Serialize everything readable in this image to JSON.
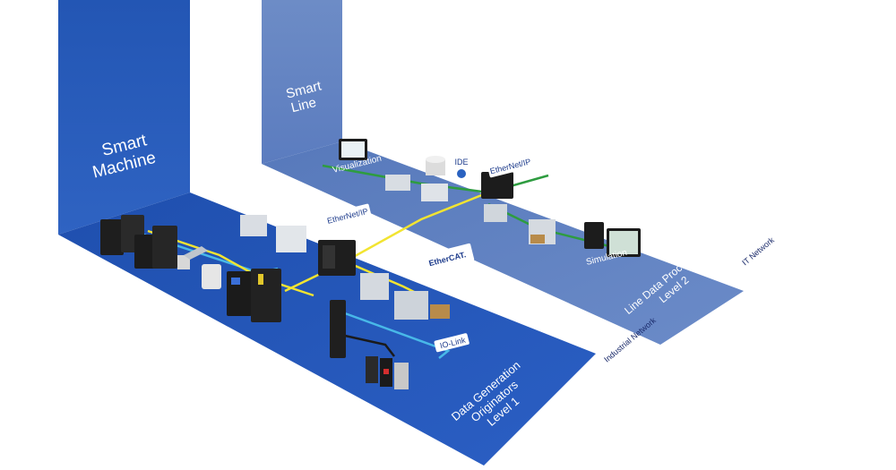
{
  "walls": {
    "smart_machine": [
      "Smart",
      "Machine"
    ],
    "smart_line": [
      "Smart",
      "Line"
    ]
  },
  "floors": {
    "level1": [
      "Data Generation",
      "Originators",
      "Level 1"
    ],
    "level2": [
      "Line Data Processing",
      "Level 2"
    ]
  },
  "networks": {
    "industrial": "Industrial Network",
    "it": "IT Network"
  },
  "tags": {
    "ethernet_ip_upper": "EtherNet/IP",
    "ethernet_ip_lower": "EtherNet/IP",
    "ethercat": "EtherCAT.",
    "io_link": "IO-Link",
    "ide": "IDE"
  },
  "devices": {
    "visualization": "Visualization",
    "simulation": "Simulation"
  },
  "colors": {
    "floor_level1": "#2355b8",
    "floor_level2": "#5a7fc0",
    "wall_machine": "#2a5cb8",
    "wall_line": "#6f8ec8",
    "line_yellow": "#f2e431",
    "line_blue": "#48b8e8",
    "line_green": "#2e9c40",
    "line_black": "#1a1a1a"
  }
}
